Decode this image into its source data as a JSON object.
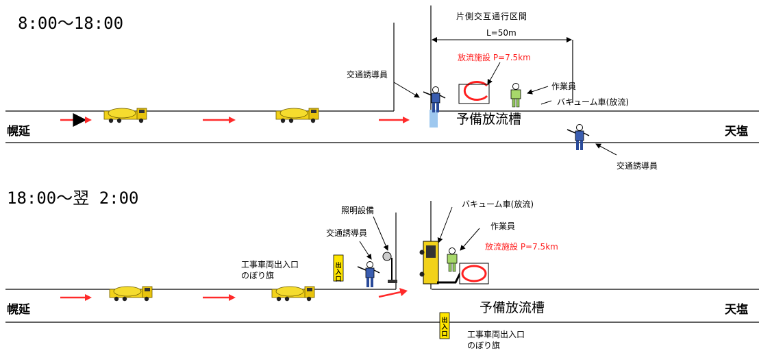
{
  "top": {
    "time": "8:00～18:00",
    "west": "幌延",
    "east": "天塩",
    "section_title": "片側交互通行区間",
    "length": "L=50m",
    "discharge": "放流施設 P=7.5km",
    "guard_a": "交通誘導員",
    "guard_b": "交通誘導員",
    "worker": "作業員",
    "vacuum": "バキューム車(放流)",
    "tank": "予備放流槽"
  },
  "bottom": {
    "time": "18:00～翌 2:00",
    "west": "幌延",
    "east": "天塩",
    "lighting": "照明設備",
    "guard": "交通誘導員",
    "entrance_flag": "工事車両出入口\nのぼり旗",
    "entrance_flag_2": "工事車両出入口\nのぼり旗",
    "flag_text": "出入口",
    "flag_text_2": "出入口",
    "vacuum": "バキューム車(放流)",
    "worker": "作業員",
    "discharge": "放流施設 P=7.5km",
    "tank": "予備放流槽"
  },
  "colors": {
    "arrow": "#ff2a2a",
    "truck": "#f2d21a",
    "flag": "#ffe600",
    "vest": "#a7d86a",
    "red_text": "#ff2020"
  }
}
